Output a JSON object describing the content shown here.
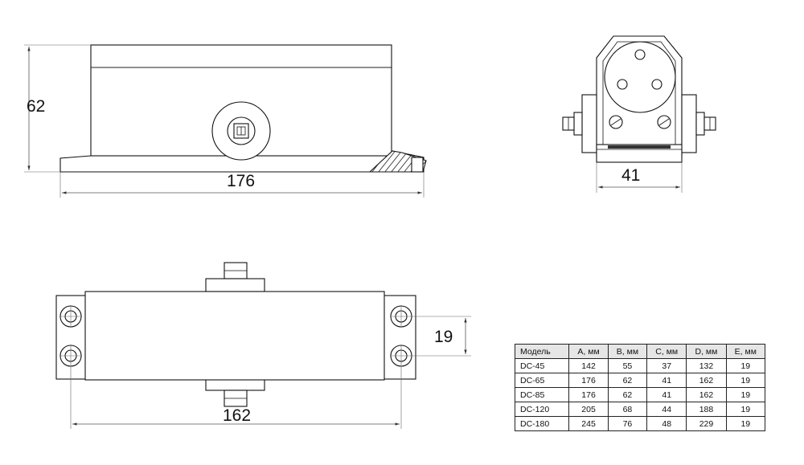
{
  "dimensions": {
    "side_height": "62",
    "side_length": "176",
    "front_width": "41",
    "mount_spacing": "19",
    "mount_length": "162"
  },
  "table": {
    "headers": [
      "Модель",
      "A, мм",
      "B, мм",
      "C, мм",
      "D, мм",
      "E, мм"
    ],
    "rows": [
      [
        "DC-45",
        "142",
        "55",
        "37",
        "132",
        "19"
      ],
      [
        "DC-65",
        "176",
        "62",
        "41",
        "162",
        "19"
      ],
      [
        "DC-85",
        "176",
        "62",
        "41",
        "162",
        "19"
      ],
      [
        "DC-120",
        "205",
        "68",
        "44",
        "188",
        "19"
      ],
      [
        "DC-180",
        "245",
        "76",
        "48",
        "229",
        "19"
      ]
    ]
  }
}
